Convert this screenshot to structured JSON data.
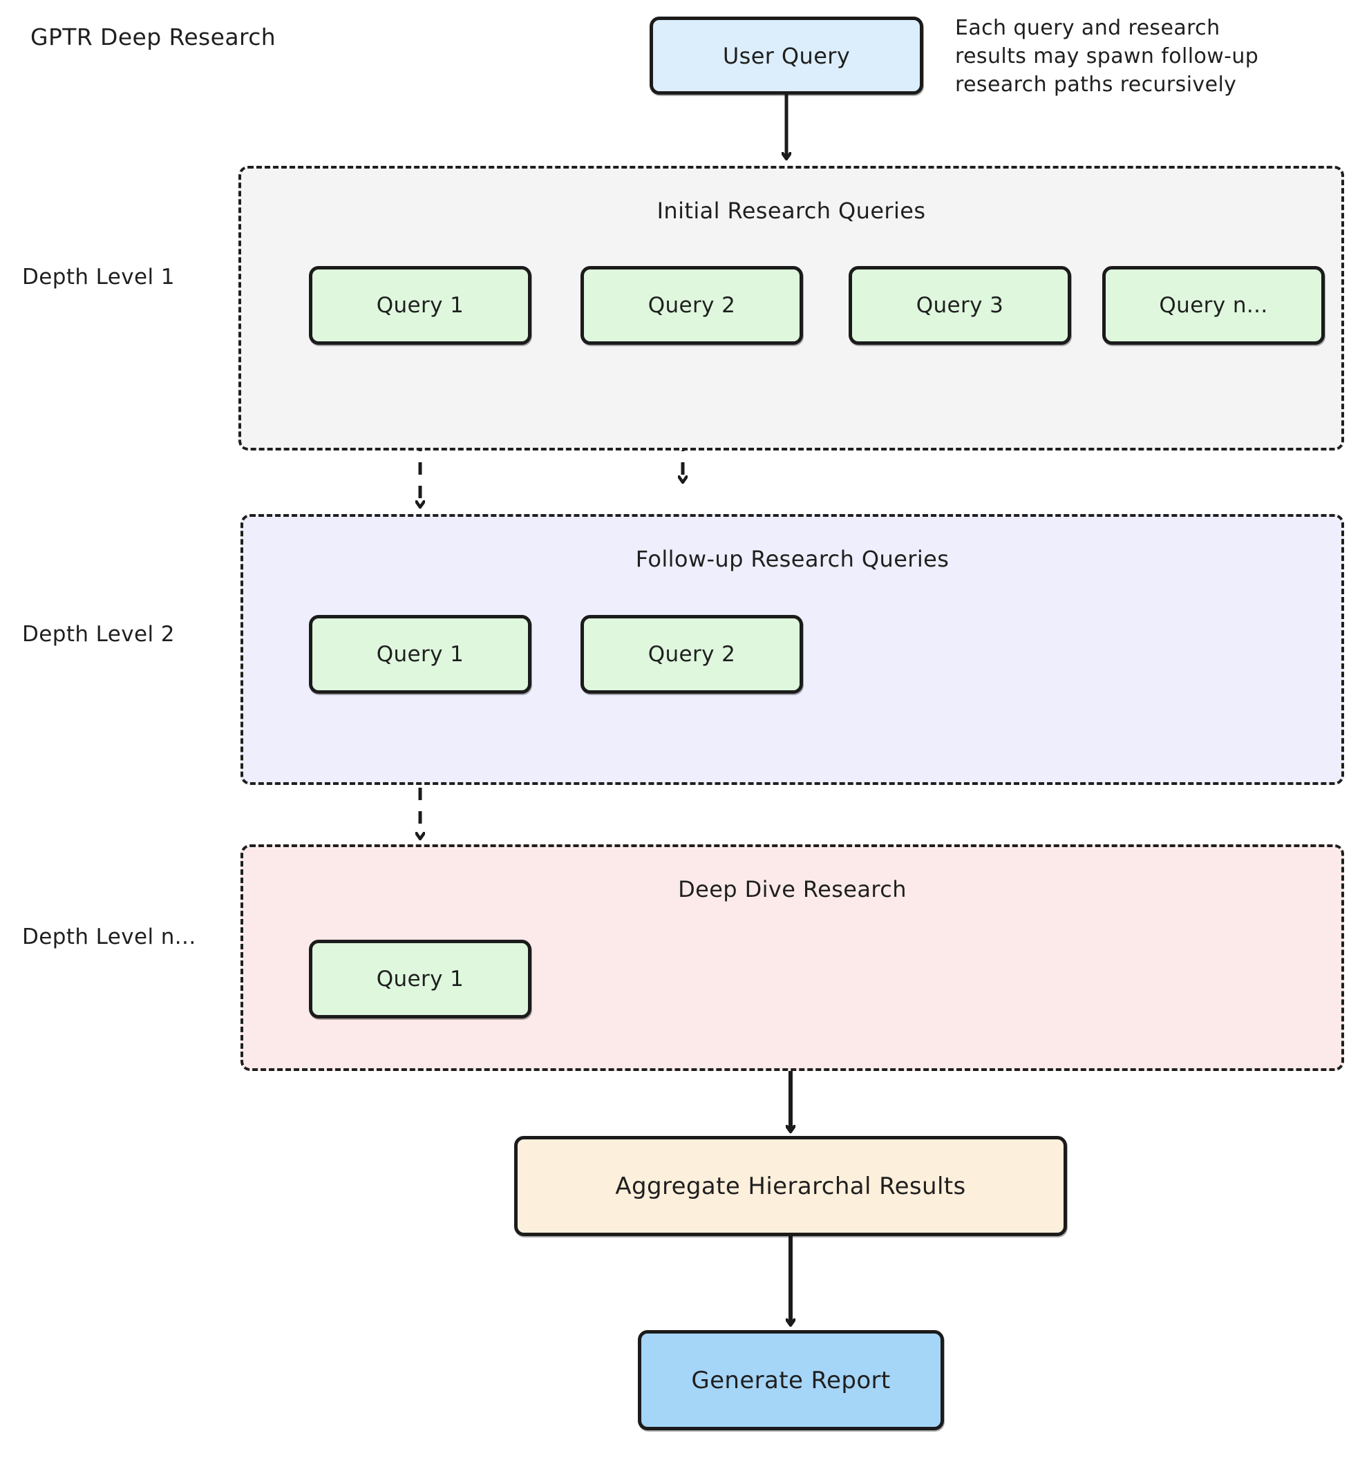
{
  "diagram": {
    "title": "GPTR Deep Research",
    "note": "Each query and research\nresults may spawn follow-up\nresearch paths recursively",
    "type": "flowchart",
    "direction": "top-to-bottom",
    "colors": {
      "user_query_fill": "#dceefc",
      "query_fill": "#def7dd",
      "aggregate_fill": "#fcefdb",
      "generate_report_fill": "#a5d5f7",
      "level1_subgraph_fill": "#f4f4f4",
      "level2_subgraph_fill": "#eeeefc",
      "level3_subgraph_fill": "#fbeae9",
      "stroke": "#1b1b1b"
    }
  },
  "depth_labels": {
    "level1": "Depth Level 1",
    "level2": "Depth Level 2",
    "level_n": "Depth Level n..."
  },
  "nodes": {
    "user_query": "User Query",
    "aggregate": "Aggregate Hierarchal Results",
    "generate_report": "Generate Report"
  },
  "subgraphs": [
    {
      "id": "level1",
      "title": "Initial Research Queries",
      "queries": [
        "Query 1",
        "Query 2",
        "Query 3",
        "Query n..."
      ]
    },
    {
      "id": "level2",
      "title": "Follow-up Research Queries",
      "queries": [
        "Query 1",
        "Query 2"
      ]
    },
    {
      "id": "level3",
      "title": "Deep Dive Research",
      "queries": [
        "Query 1"
      ]
    }
  ],
  "edges": [
    {
      "from": "User Query",
      "to": "Initial Research Queries",
      "style": "solid"
    },
    {
      "from": "Query 1 (L1)",
      "to": "Follow-up Research Queries",
      "style": "dashed"
    },
    {
      "from": "Query 2 (L1)",
      "to": "Follow-up Research Queries",
      "style": "dashed"
    },
    {
      "from": "Query 1 (L2)",
      "to": "Deep Dive Research",
      "style": "dashed"
    },
    {
      "from": "Deep Dive Research",
      "to": "Aggregate Hierarchal Results",
      "style": "solid"
    },
    {
      "from": "Aggregate Hierarchal Results",
      "to": "Generate Report",
      "style": "solid"
    }
  ]
}
